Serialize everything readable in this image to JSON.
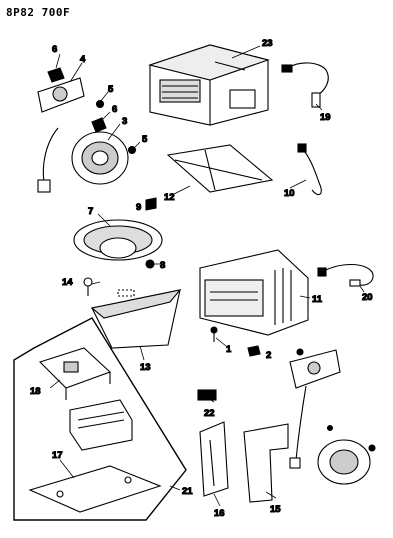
{
  "header": {
    "code": "8P82 700F"
  },
  "callouts": [
    "1",
    "2",
    "3",
    "4",
    "5",
    "5",
    "6",
    "6",
    "7",
    "8",
    "9",
    "10",
    "11",
    "12",
    "13",
    "14",
    "15",
    "16",
    "17",
    "18",
    "19",
    "20",
    "21",
    "22",
    "23"
  ],
  "colors": {
    "ink": "#000000",
    "paper": "#ffffff"
  }
}
